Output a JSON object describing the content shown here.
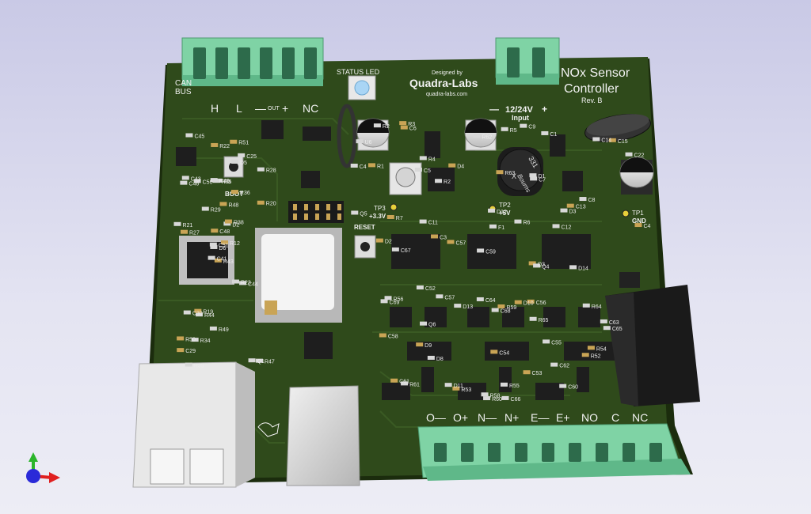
{
  "title": {
    "line1": "NOx Sensor",
    "line2": "Controller",
    "rev": "Rev. B"
  },
  "brand": {
    "designed_by": "Designed by",
    "name": "Quadra-Labs",
    "url": "quadra-labs.com"
  },
  "status_led": "STATUS LED",
  "can_bus": {
    "line1": "CAN",
    "line2": "BUS",
    "labels": [
      "H",
      "L",
      "—",
      "OUT",
      "+",
      "NC"
    ]
  },
  "power_input": {
    "minus": "—",
    "voltage": "12/24V",
    "plus": "+",
    "label": "Input"
  },
  "bottom_terminal_labels": [
    "O—",
    "O+",
    "N—",
    "N+",
    "E—",
    "E+",
    "NO",
    "C",
    "NC"
  ],
  "buttons": {
    "boot": "BOOT",
    "reset": "RESET"
  },
  "testpoints": {
    "tp1": {
      "name": "TP1",
      "net": "GND"
    },
    "tp2": {
      "name": "TP2",
      "net": "+5V"
    },
    "tp3": {
      "name": "TP3",
      "net": "+3.3V"
    }
  },
  "inductor": {
    "value": "331",
    "mark": "X",
    "brand": "Bourns"
  },
  "refdes": {
    "left_block": [
      "R43",
      "C46",
      "D6",
      "R50",
      "D2",
      "R44",
      "R51",
      "F3",
      "D5",
      "R12",
      "C45",
      "R47",
      "R27",
      "R28",
      "C41",
      "R36",
      "R39",
      "R46",
      "R48",
      "C30",
      "R29",
      "C29",
      "R34",
      "R35",
      "R38",
      "C44",
      "C43",
      "R22",
      "R21",
      "R23",
      "R20",
      "C51",
      "R49",
      "C48",
      "C50",
      "C25",
      "R19",
      "Q1"
    ],
    "top_center": [
      "C4",
      "C8",
      "C9",
      "D4",
      "C5",
      "D3",
      "C3",
      "C4",
      "D1",
      "D2",
      "F1",
      "C7",
      "R7",
      "C22",
      "U6",
      "C13",
      "C12",
      "C11",
      "C6",
      "R2",
      "R6",
      "C15",
      "R5",
      "R2",
      "R1",
      "R4",
      "C14",
      "R3",
      "C1",
      "R62",
      "R63",
      "Q5",
      "D12"
    ],
    "driver_block": [
      "R53",
      "C55",
      "C57",
      "C61",
      "C67",
      "C52",
      "C58",
      "C64",
      "R55",
      "R59",
      "R61",
      "R65",
      "R54",
      "R58",
      "R64",
      "C54",
      "C60",
      "C66",
      "C53",
      "C59",
      "C65",
      "C56",
      "C62",
      "C68",
      "R52",
      "R56",
      "R60",
      "Q3",
      "Q4",
      "Q6",
      "C57",
      "C63",
      "C69",
      "D9",
      "D8",
      "D11",
      "D10",
      "D14",
      "D13"
    ]
  },
  "colors": {
    "pcb": "#2f4a1b",
    "pcb_edge": "#1b2c0d",
    "silkscreen": "#f2f2f2",
    "terminal": "#7fd3a5",
    "chip": "#1e1e1e",
    "copper_pad": "#c9a455"
  },
  "icons": [
    "axis-gizmo-icon",
    "moose-logo-icon"
  ]
}
